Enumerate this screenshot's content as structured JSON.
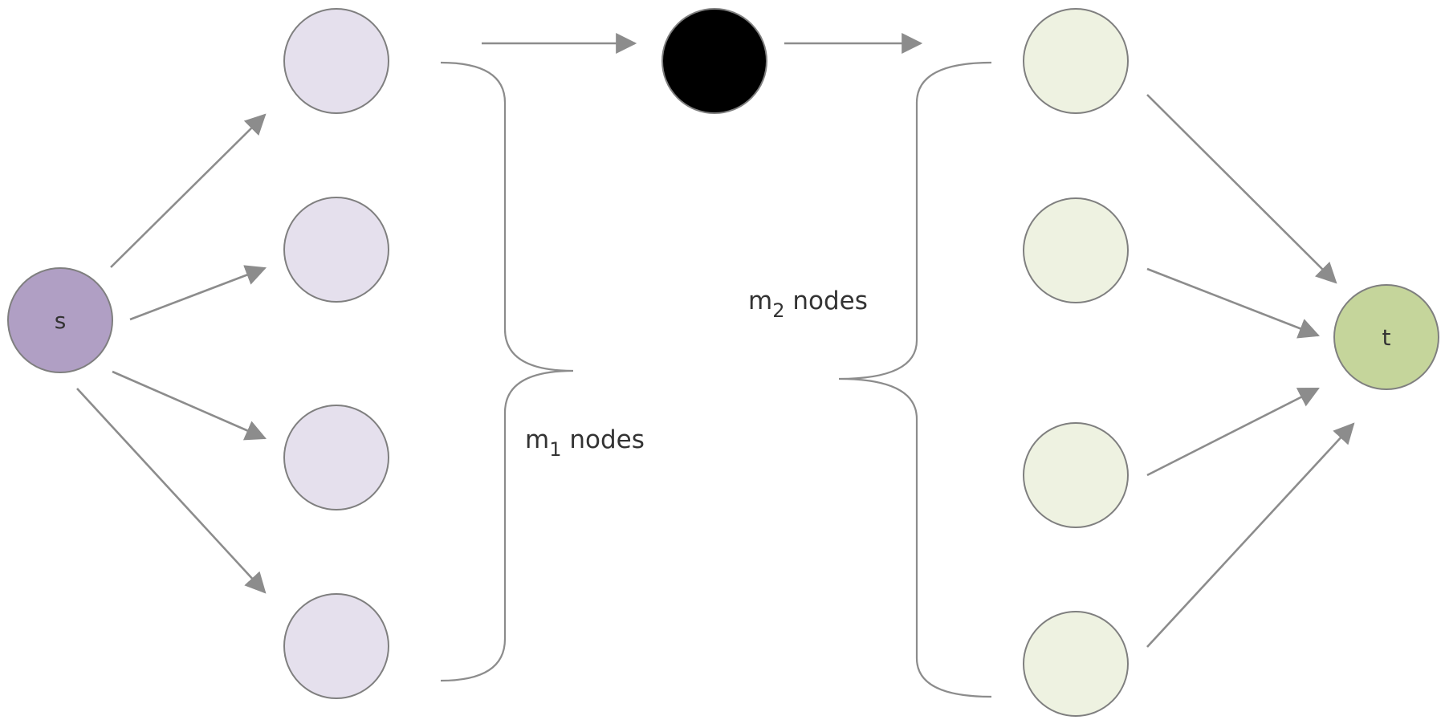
{
  "nodes": {
    "source": {
      "label": "s"
    },
    "sink": {
      "label": "t"
    }
  },
  "groups": {
    "left": {
      "var": "m",
      "sub": "1",
      "suffix": " nodes"
    },
    "right": {
      "var": "m",
      "sub": "2",
      "suffix": " nodes"
    }
  },
  "colors": {
    "source": "#b09fc4",
    "left_nodes": "#e5e0ed",
    "center_node": "#000000",
    "right_nodes": "#eef2e1",
    "sink": "#c5d59b",
    "edges": "#8c8c8c"
  }
}
